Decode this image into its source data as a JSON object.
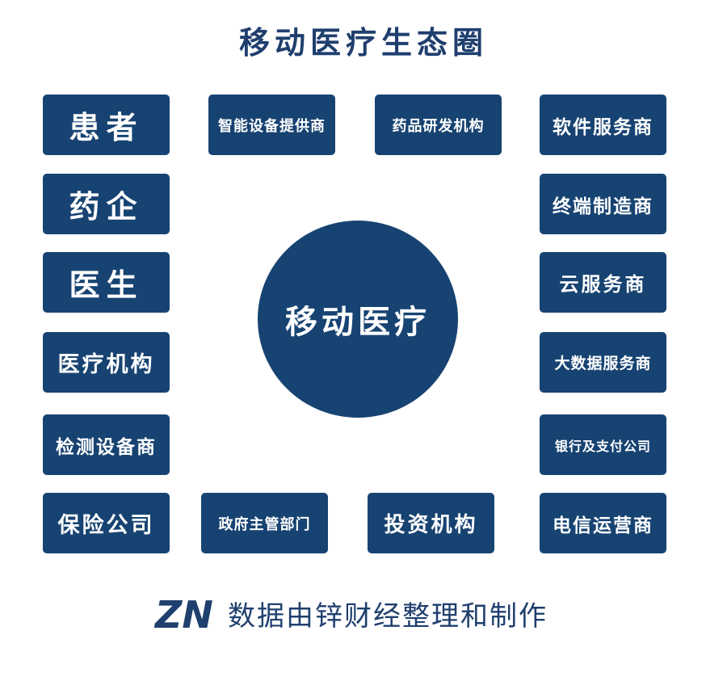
{
  "title": "移动医疗生态圈",
  "center": "移动医疗",
  "nodes": {
    "patient": "患者",
    "pharma": "药企",
    "doctor": "医生",
    "medical_institution": "医疗机构",
    "testing_equipment": "检测设备商",
    "insurance": "保险公司",
    "smart_device": "智能设备提供商",
    "drug_rd": "药品研发机构",
    "software": "软件服务商",
    "terminal_mfr": "终端制造商",
    "cloud": "云服务商",
    "big_data": "大数据服务商",
    "bank_payment": "银行及支付公司",
    "telecom": "电信运营商",
    "government": "政府主管部门",
    "investment": "投资机构"
  },
  "footer": {
    "logo": "ZN",
    "text": "数据由锌财经整理和制作"
  },
  "colors": {
    "box": "#174372",
    "title": "#1f3f6e"
  }
}
